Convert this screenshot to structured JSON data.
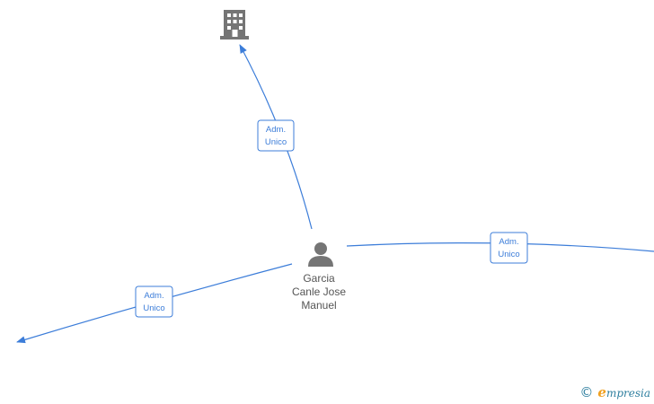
{
  "person": {
    "name_lines": [
      "Garcia",
      "Canle Jose",
      "Manuel"
    ],
    "icon": "person-icon"
  },
  "company": {
    "icon": "building-icon"
  },
  "edges": [
    {
      "id": "to-company",
      "label_lines": [
        "Adm.",
        "Unico"
      ]
    },
    {
      "id": "to-right",
      "label_lines": [
        "Adm.",
        "Unico"
      ]
    },
    {
      "id": "to-left",
      "label_lines": [
        "Adm.",
        "Unico"
      ]
    }
  ],
  "watermark": {
    "copyright": "©",
    "brand_initial": "e",
    "brand_rest": "mpresia"
  },
  "colors": {
    "edge": "#3c7dd9",
    "node_icon": "#757575",
    "node_text": "#555555",
    "brand": "#2f7f9f",
    "brand_accent": "#f0a020"
  }
}
